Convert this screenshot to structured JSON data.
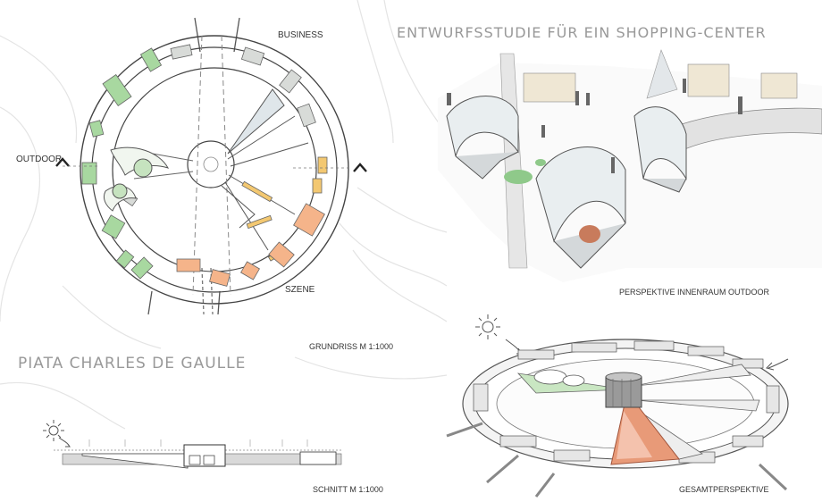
{
  "title": "ENTWURFSSTUDIE FÜR EIN SHOPPING-CENTER",
  "place_name": "PIATA CHARLES DE GAULLE",
  "plan": {
    "label_business": "BUSINESS",
    "label_outdoor": "OUTDOOR",
    "label_szene": "SZENE",
    "caption": "GRUNDRISS M 1:1000"
  },
  "section": {
    "caption": "SCHNITT M 1:1000"
  },
  "perspective_interior": {
    "caption": "PERSPEKTIVE INNENRAUM OUTDOOR"
  },
  "perspective_overall": {
    "caption": "GESAMTPERSPEKTIVE"
  },
  "colors": {
    "green": "#a8d8a0",
    "orange": "#f5b48a",
    "yellow": "#f3c871",
    "grey": "#d8dbd8"
  }
}
